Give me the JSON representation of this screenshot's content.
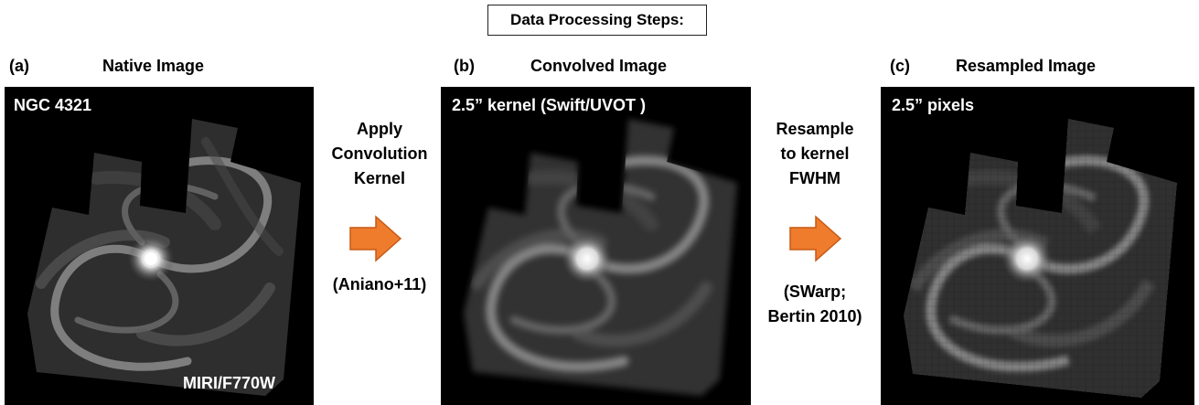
{
  "header": {
    "title": "Data Processing Steps:"
  },
  "panels": [
    {
      "letter": "(a)",
      "title": "Native Image",
      "top_label": "NGC 4321",
      "bottom_label": "MIRI/F770W"
    },
    {
      "letter": "(b)",
      "title": "Convolved Image",
      "top_label": "2.5” kernel (Swift/UVOT )"
    },
    {
      "letter": "(c)",
      "title": "Resampled Image",
      "top_label": "2.5” pixels"
    }
  ],
  "steps": [
    {
      "lines": [
        "Apply",
        "Convolution",
        "Kernel"
      ],
      "note": "(Aniano+11)"
    },
    {
      "lines": [
        "Resample",
        "to kernel",
        "FWHM"
      ],
      "note_lines": [
        "(SWarp;",
        "Bertin 2010)"
      ]
    }
  ],
  "colors": {
    "arrow_fill": "#ef7b2d",
    "arrow_stroke": "#c65a14",
    "panel_bg": "#000000"
  },
  "icons": {
    "step_arrow": "right-arrow-icon"
  }
}
